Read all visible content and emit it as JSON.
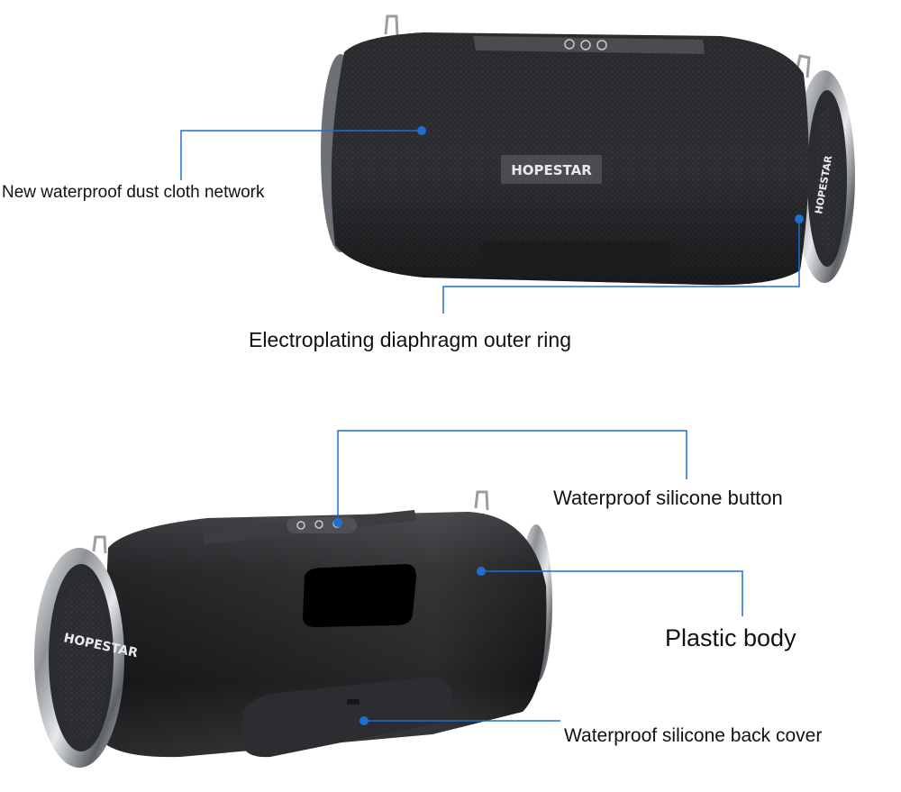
{
  "colors": {
    "callout_line": "#1f6fd0",
    "callout_dot": "#1f6fd0",
    "fabric": "#2b2d30",
    "plastic": "#1c1d1f",
    "chrome": "#b9bcc0"
  },
  "speaker_top": {
    "brand": "HOPESTAR",
    "side_brand": "HOPESTAR"
  },
  "speaker_bottom": {
    "end_brand": "HOPESTAR"
  },
  "callouts": {
    "cloth": "New waterproof dust cloth network",
    "ring": "Electroplating diaphragm outer ring",
    "button": "Waterproof silicone button",
    "body": "Plastic body",
    "cover": "Waterproof silicone back cover"
  }
}
